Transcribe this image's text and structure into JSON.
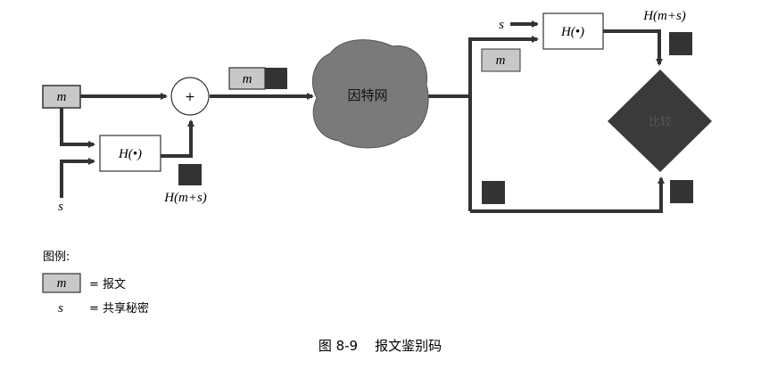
{
  "sender": {
    "message_label": "m",
    "secret_label": "s",
    "hash_label": "H(•)",
    "plus_label": "+",
    "mac_label": "H(m+s)",
    "packet_message_label": "m"
  },
  "network_label": "因特网",
  "receiver": {
    "secret_label": "s",
    "hash_label": "H(•)",
    "mac_label": "H(m+s)",
    "message_label": "m",
    "compare_label": "比较"
  },
  "legend": {
    "title": "图例:",
    "message_symbol": "m",
    "message_desc": "= 报文",
    "secret_symbol": "s",
    "secret_desc": "= 共享秘密"
  },
  "caption": "图 8-9    报文鉴别码",
  "colors": {
    "message_fill": "#c8c8c8",
    "mac_fill": "#333333",
    "cloud": "#7a7a7a",
    "diamond": "#3a3a3a",
    "line": "#333333"
  }
}
